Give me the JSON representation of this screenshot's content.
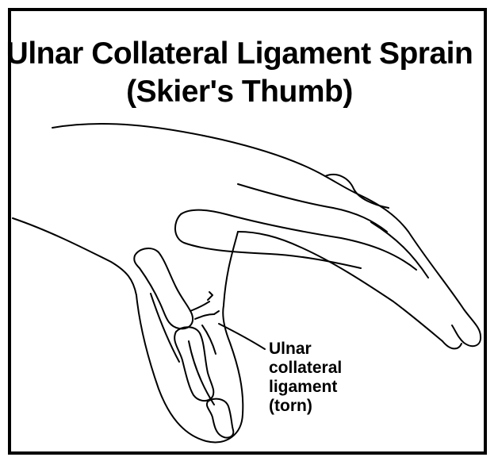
{
  "title": {
    "line1": "Ulnar Collateral Ligament Sprain",
    "line2": "(Skier's Thumb)"
  },
  "callout": {
    "lines": [
      "Ulnar",
      "collateral",
      "ligament",
      "(torn)"
    ]
  },
  "colors": {
    "ink": "#000000",
    "background": "#ffffff"
  }
}
